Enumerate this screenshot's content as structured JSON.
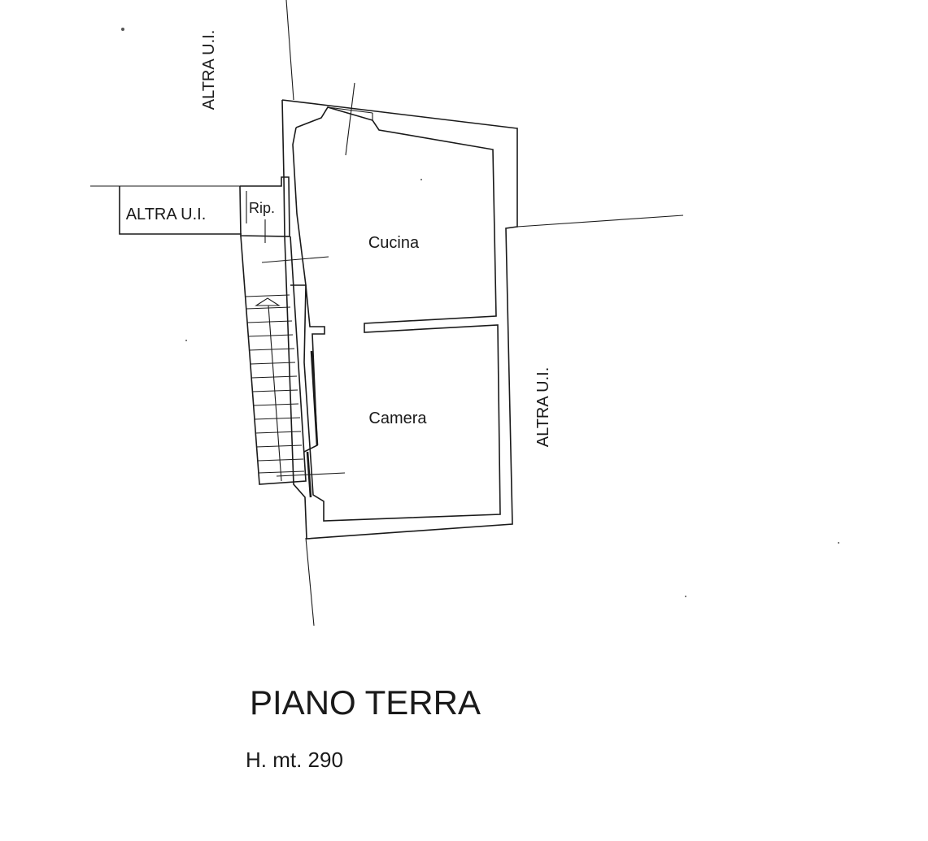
{
  "plan": {
    "title": "PIANO TERRA",
    "height_note": "H. mt. 290",
    "rooms": {
      "kitchen": "Cucina",
      "bedroom": "Camera",
      "storage": "Rip."
    },
    "neighbors": {
      "top_left": "ALTRA U.I.",
      "left": "ALTRA U.I.",
      "right": "ALTRA U.I."
    }
  }
}
